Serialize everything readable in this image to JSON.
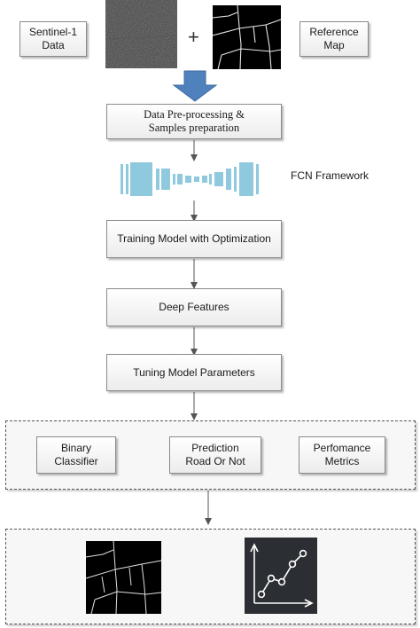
{
  "inputs": {
    "sentinel_line1": "Sentinel-1",
    "sentinel_line2": "Data",
    "reference_line1": "Reference",
    "reference_line2": "Map",
    "plus_symbol": "+"
  },
  "steps": {
    "preprocess_line1": "Data Pre-processing &",
    "preprocess_line2": "Samples preparation",
    "fcn_label": "FCN Framework",
    "training": "Training Model with Optimization",
    "deep_features": "Deep Features",
    "tuning": "Tuning Model Parameters"
  },
  "outputs": {
    "binary_line1": "Binary",
    "binary_line2": "Classifier",
    "prediction_line1": "Prediction",
    "prediction_line2": "Road Or Not",
    "performance_line1": "Perfomance",
    "performance_line2": "Metrics"
  },
  "colors": {
    "big_arrow": "#4f81bd",
    "fcn_layers": "#8fc9de",
    "border": "#8a8a8a"
  },
  "icons": {
    "sar_image": "sentinel-sar-image",
    "reference_map": "road-reference-map",
    "road_result": "road-result-map",
    "metrics_chart": "metrics-line-chart"
  }
}
